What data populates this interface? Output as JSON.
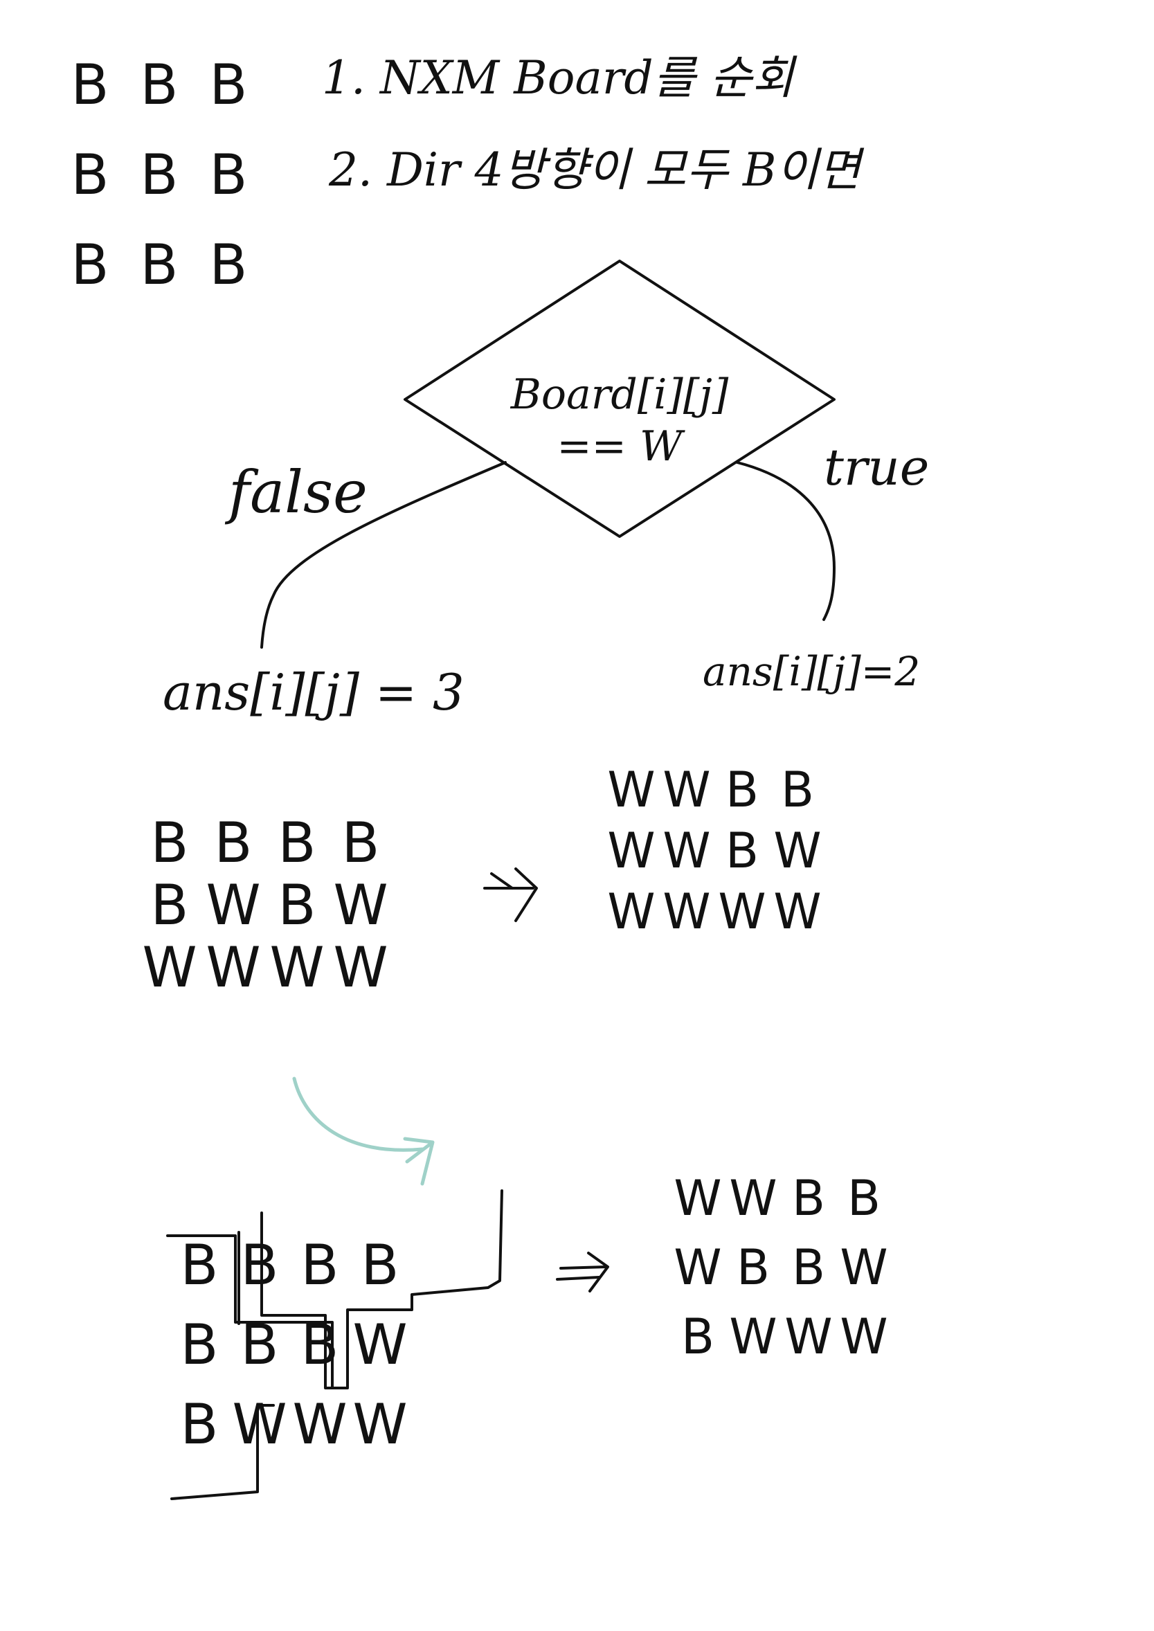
{
  "colors": {
    "ink": "#111111",
    "accent": "#9fd1c8",
    "background": "#ffffff"
  },
  "top_grid": {
    "rows": [
      [
        "B",
        "B",
        "B"
      ],
      [
        "B",
        "B",
        "B"
      ],
      [
        "B",
        "B",
        "B"
      ]
    ]
  },
  "steps": {
    "step1": "1. NXM Board를 순회",
    "step2": "2. Dir 4방향이 모두 B이면"
  },
  "decision": {
    "line1": "Board[i][j]",
    "line2": "== W",
    "false_label": "false",
    "true_label": "true",
    "false_result": "ans[i][j] = 3",
    "true_result": "ans[i][j]=2"
  },
  "example1": {
    "input": [
      [
        "B",
        "B",
        "B",
        "B"
      ],
      [
        "B",
        "W",
        "B",
        "W"
      ],
      [
        "W",
        "W",
        "W",
        "W"
      ]
    ],
    "output": [
      [
        "W",
        "W",
        "B",
        "B"
      ],
      [
        "W",
        "W",
        "B",
        "W"
      ],
      [
        "W",
        "W",
        "W",
        "W"
      ]
    ]
  },
  "example2": {
    "input": [
      [
        "B",
        "B",
        "B",
        "B"
      ],
      [
        "B",
        "B",
        "B",
        "W"
      ],
      [
        "B",
        "W",
        "W",
        "W"
      ]
    ],
    "output": [
      [
        "W",
        "W",
        "B",
        "B"
      ],
      [
        "W",
        "B",
        "B",
        "W"
      ],
      [
        "B",
        "W",
        "W",
        "W"
      ]
    ]
  }
}
